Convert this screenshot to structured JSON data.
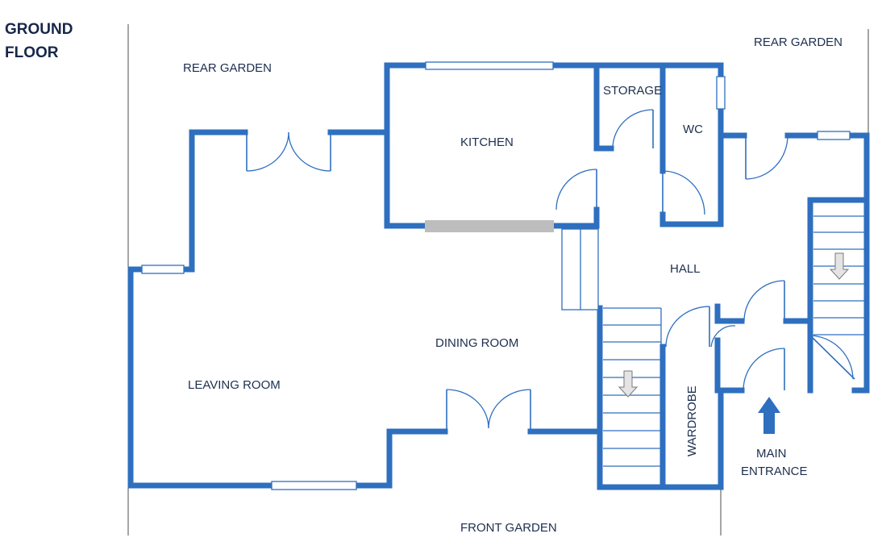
{
  "title": {
    "line1": "GROUND",
    "line2": "FLOOR"
  },
  "rooms": {
    "kitchen": "KITCHEN",
    "storage": "STORAGE",
    "wc": "WC",
    "hall": "HALL",
    "dining_room": "DINING ROOM",
    "leaving_room": "LEAVING ROOM",
    "wardrobe": "WARDROBE"
  },
  "outside": {
    "rear_garden_left": "REAR GARDEN",
    "rear_garden_right": "REAR GARDEN",
    "front_garden": "FRONT GARDEN"
  },
  "entrance": {
    "line1": "MAIN",
    "line2": "ENTRANCE"
  },
  "colors": {
    "wall": "#2e6fbf",
    "text": "#1d2f4f",
    "opening": "#bdbdbd"
  }
}
